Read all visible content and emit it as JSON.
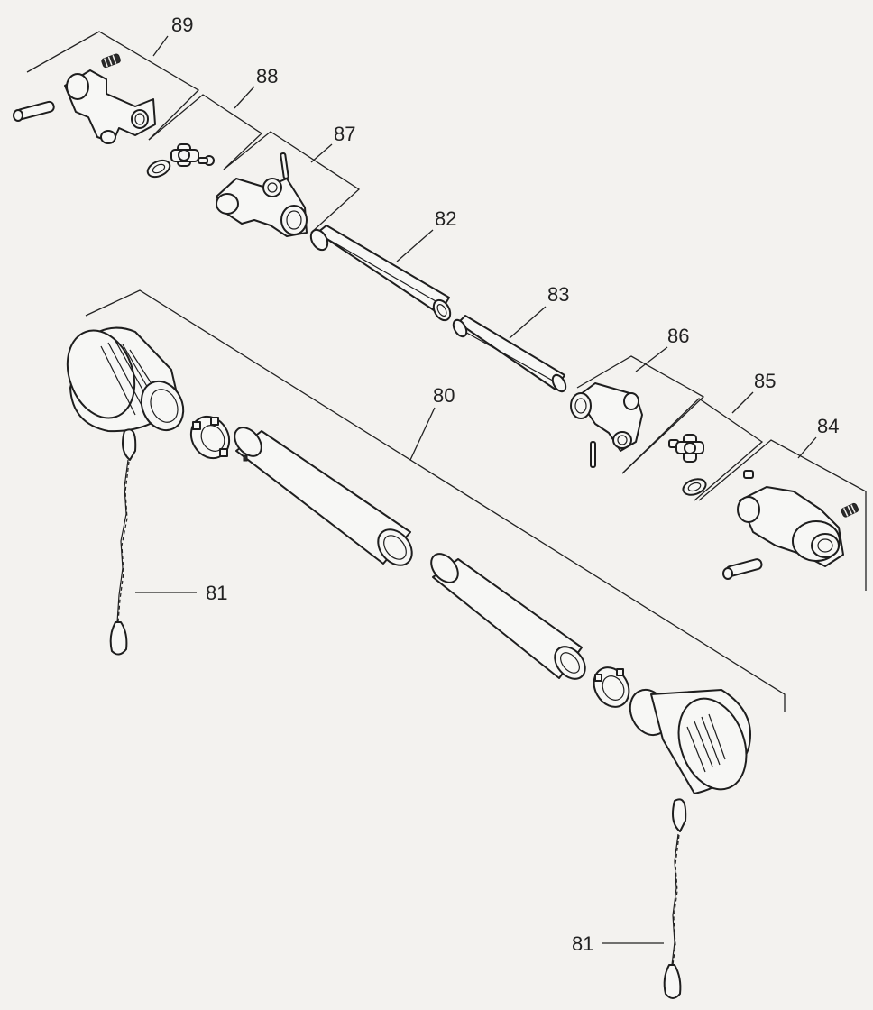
{
  "diagram": {
    "type": "exploded-parts-view",
    "callouts": {
      "c80": "80",
      "c81a": "81",
      "c81b": "81",
      "c82": "82",
      "c83": "83",
      "c84": "84",
      "c85": "85",
      "c86": "86",
      "c87": "87",
      "c88": "88",
      "c89": "89"
    }
  }
}
